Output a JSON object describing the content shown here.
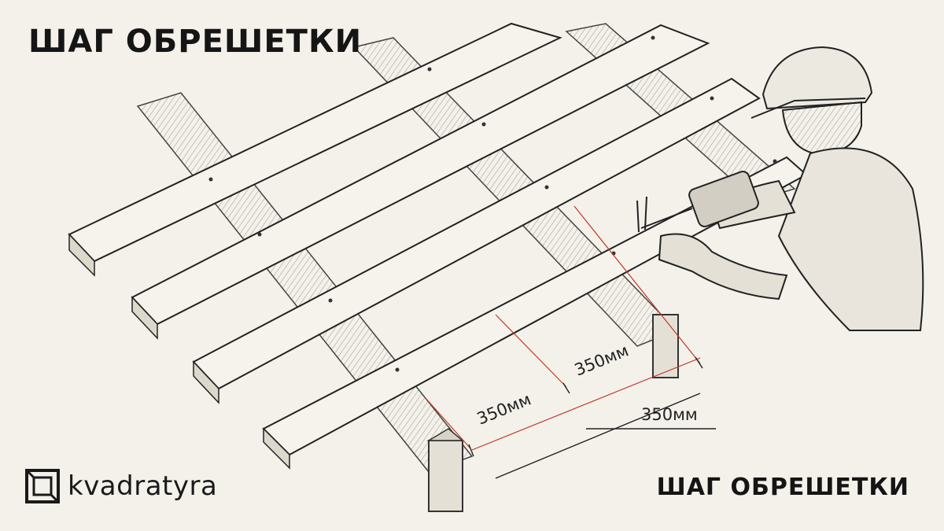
{
  "title_top": "ШАГ ОБРЕШЕТКИ",
  "title_bottom": "ШАГ ОБРЕШЕТКИ",
  "logo": {
    "text": "kvadratyra"
  },
  "dimensions": {
    "label_1": "350мм",
    "label_2": "350мм",
    "label_3": "350мм"
  },
  "colors": {
    "background": "#f3f1ea",
    "ink": "#222222",
    "dimension_line": "#c0392b"
  }
}
